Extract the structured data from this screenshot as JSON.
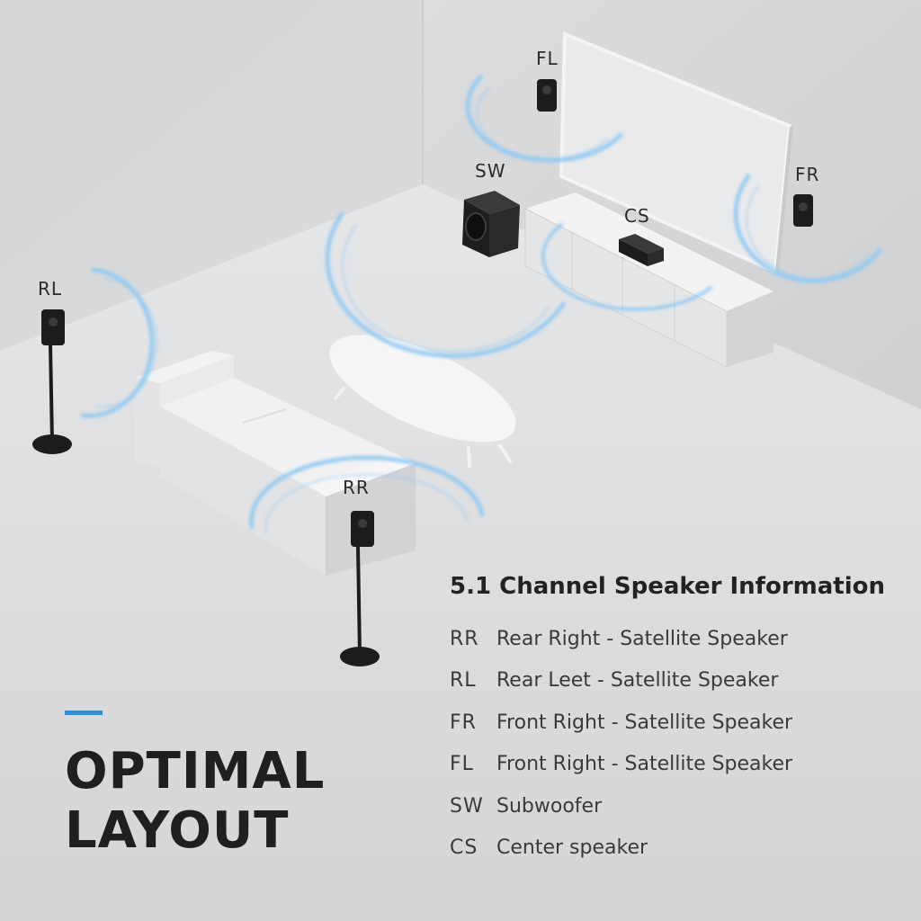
{
  "callouts": {
    "fl": "FL",
    "fr": "FR",
    "sw": "SW",
    "cs": "CS",
    "rl": "RL",
    "rr": "RR"
  },
  "headline": {
    "line1": "OPTIMAL",
    "line2": "LAYOUT"
  },
  "info": {
    "title": "5.1 Channel Speaker Information",
    "rows": [
      {
        "code": "RR",
        "desc": "Rear Right - Satellite Speaker"
      },
      {
        "code": "RL",
        "desc": "Rear Leet - Satellite Speaker"
      },
      {
        "code": "FR",
        "desc": "Front Right - Satellite Speaker"
      },
      {
        "code": "FL",
        "desc": "Front Right - Satellite Speaker"
      },
      {
        "code": "SW",
        "desc": "Subwoofer"
      },
      {
        "code": "CS",
        "desc": "Center speaker"
      }
    ]
  },
  "colors": {
    "accent": "#2a93df",
    "wave": "#8ec9f2",
    "speaker": "#1c1c1c"
  }
}
